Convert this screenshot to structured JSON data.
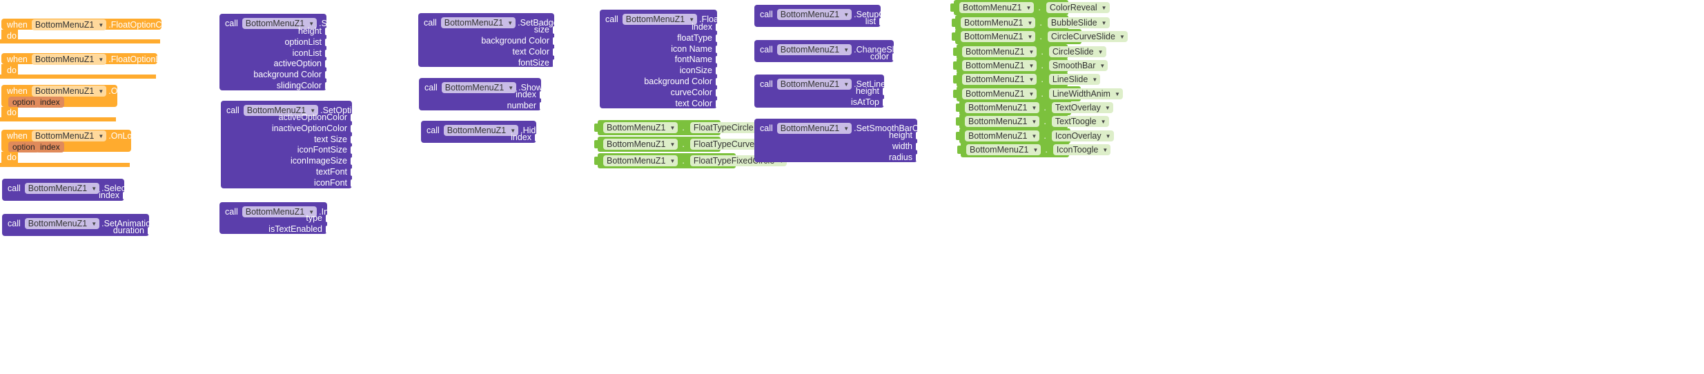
{
  "component": "BottomMenuZ1",
  "kw": {
    "when": "when",
    "do": "do",
    "call": "call"
  },
  "events": {
    "float_option_clicked": ".FloatOptionClicked",
    "float_option_long_clicked": ".FloatOptionLongClicked",
    "on_clicked": ".OnClicked",
    "on_long_clicked": ".OnLongClicked",
    "param_option": "option",
    "param_index": "index"
  },
  "methods": {
    "select_option": {
      "name": ".SelectOption",
      "params": [
        "index"
      ]
    },
    "set_animation_duration": {
      "name": ".SetAnimationDuration",
      "params": [
        "duration"
      ]
    },
    "set_data": {
      "name": ".SetData",
      "params": [
        "height",
        "optionList",
        "iconList",
        "activeOption",
        "background Color",
        "slidingColor"
      ]
    },
    "set_optional_data": {
      "name": ".SetOptionalData",
      "params": [
        "activeOptionColor",
        "inactiveOptionColor",
        "text Size",
        "iconFontSize",
        "iconImageSize",
        "textFont",
        "iconFont"
      ]
    },
    "initialize": {
      "name": ".Initialize",
      "params": [
        "type",
        "isTextEnabled"
      ]
    },
    "set_badge_property": {
      "name": ".SetBadgeProperty",
      "params": [
        "size",
        "background Color",
        "text Color",
        "fontSize"
      ]
    },
    "show_badges": {
      "name": ".ShowBadges",
      "params": [
        "index",
        "number"
      ]
    },
    "hide_badge": {
      "name": ".HideBadge",
      "params": [
        "index"
      ]
    },
    "float_option": {
      "name": ".FloatOption",
      "params": [
        "index",
        "floatType",
        "icon Name",
        "fontName",
        "iconSize",
        "background Color",
        "curveColor",
        "text Color"
      ]
    },
    "setup_color_list": {
      "name": ".SetupColorList",
      "params": [
        "list"
      ]
    },
    "change_slider_color": {
      "name": ".ChangeSliderColor",
      "params": [
        "color"
      ]
    },
    "set_line_property": {
      "name": ".SetLineProperty",
      "params": [
        "height",
        "isAtTop"
      ]
    },
    "set_smooth_bar_card_property": {
      "name": ".SetSmoothBarCardProperty",
      "params": [
        "height",
        "width",
        "radius"
      ]
    }
  },
  "float_types": [
    "FloatTypeCircle",
    "FloatTypeCurve",
    "FloatTypeFixedCircle"
  ],
  "styles": [
    "ColorReveal",
    "BubbleSlide",
    "CircleCurveSlide",
    "CircleSlide",
    "SmoothBar",
    "LineSlide",
    "LineWidthAnim",
    "TextOverlay",
    "TextToogle",
    "IconOverlay",
    "IconToogle"
  ],
  "colors": {
    "call": "#5b3eab",
    "event": "#ffab2e",
    "getter": "#7cc13d"
  }
}
